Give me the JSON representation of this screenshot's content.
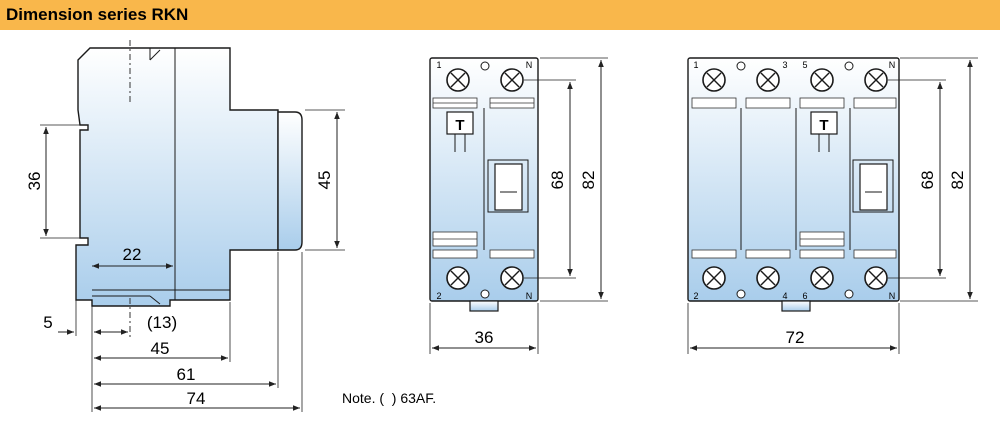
{
  "header": {
    "title": "Dimension series RKN",
    "bg_color": "#F9B74B"
  },
  "colors": {
    "body_gradient_top": "#FFFFFF",
    "body_gradient_bottom": "#A9CDEB",
    "outline": "#1A1A1A",
    "dim_line": "#222222",
    "terminal_fill": "#FFFFFF",
    "header_stripe": "#F4A640"
  },
  "side_view": {
    "dims": {
      "height_rail": "36",
      "height_body": "45",
      "offset_22": "22",
      "offset_5": "5",
      "offset_13": "(13)",
      "depth_45": "45",
      "depth_61": "61",
      "depth_74": "74"
    }
  },
  "two_pole_view": {
    "terminals_top": [
      "1",
      "N"
    ],
    "terminals_bottom": [
      "2",
      "N"
    ],
    "test_label": "T",
    "dims": {
      "width": "36",
      "height_terminals": "68",
      "height_total": "82"
    }
  },
  "four_pole_view": {
    "terminals_top": [
      "1",
      "3",
      "5",
      "N"
    ],
    "terminals_bottom": [
      "2",
      "4",
      "6",
      "N"
    ],
    "test_label": "T",
    "dims": {
      "width": "72",
      "height_terminals": "68",
      "height_total": "82"
    }
  },
  "note": "Note. (  ) 63AF."
}
